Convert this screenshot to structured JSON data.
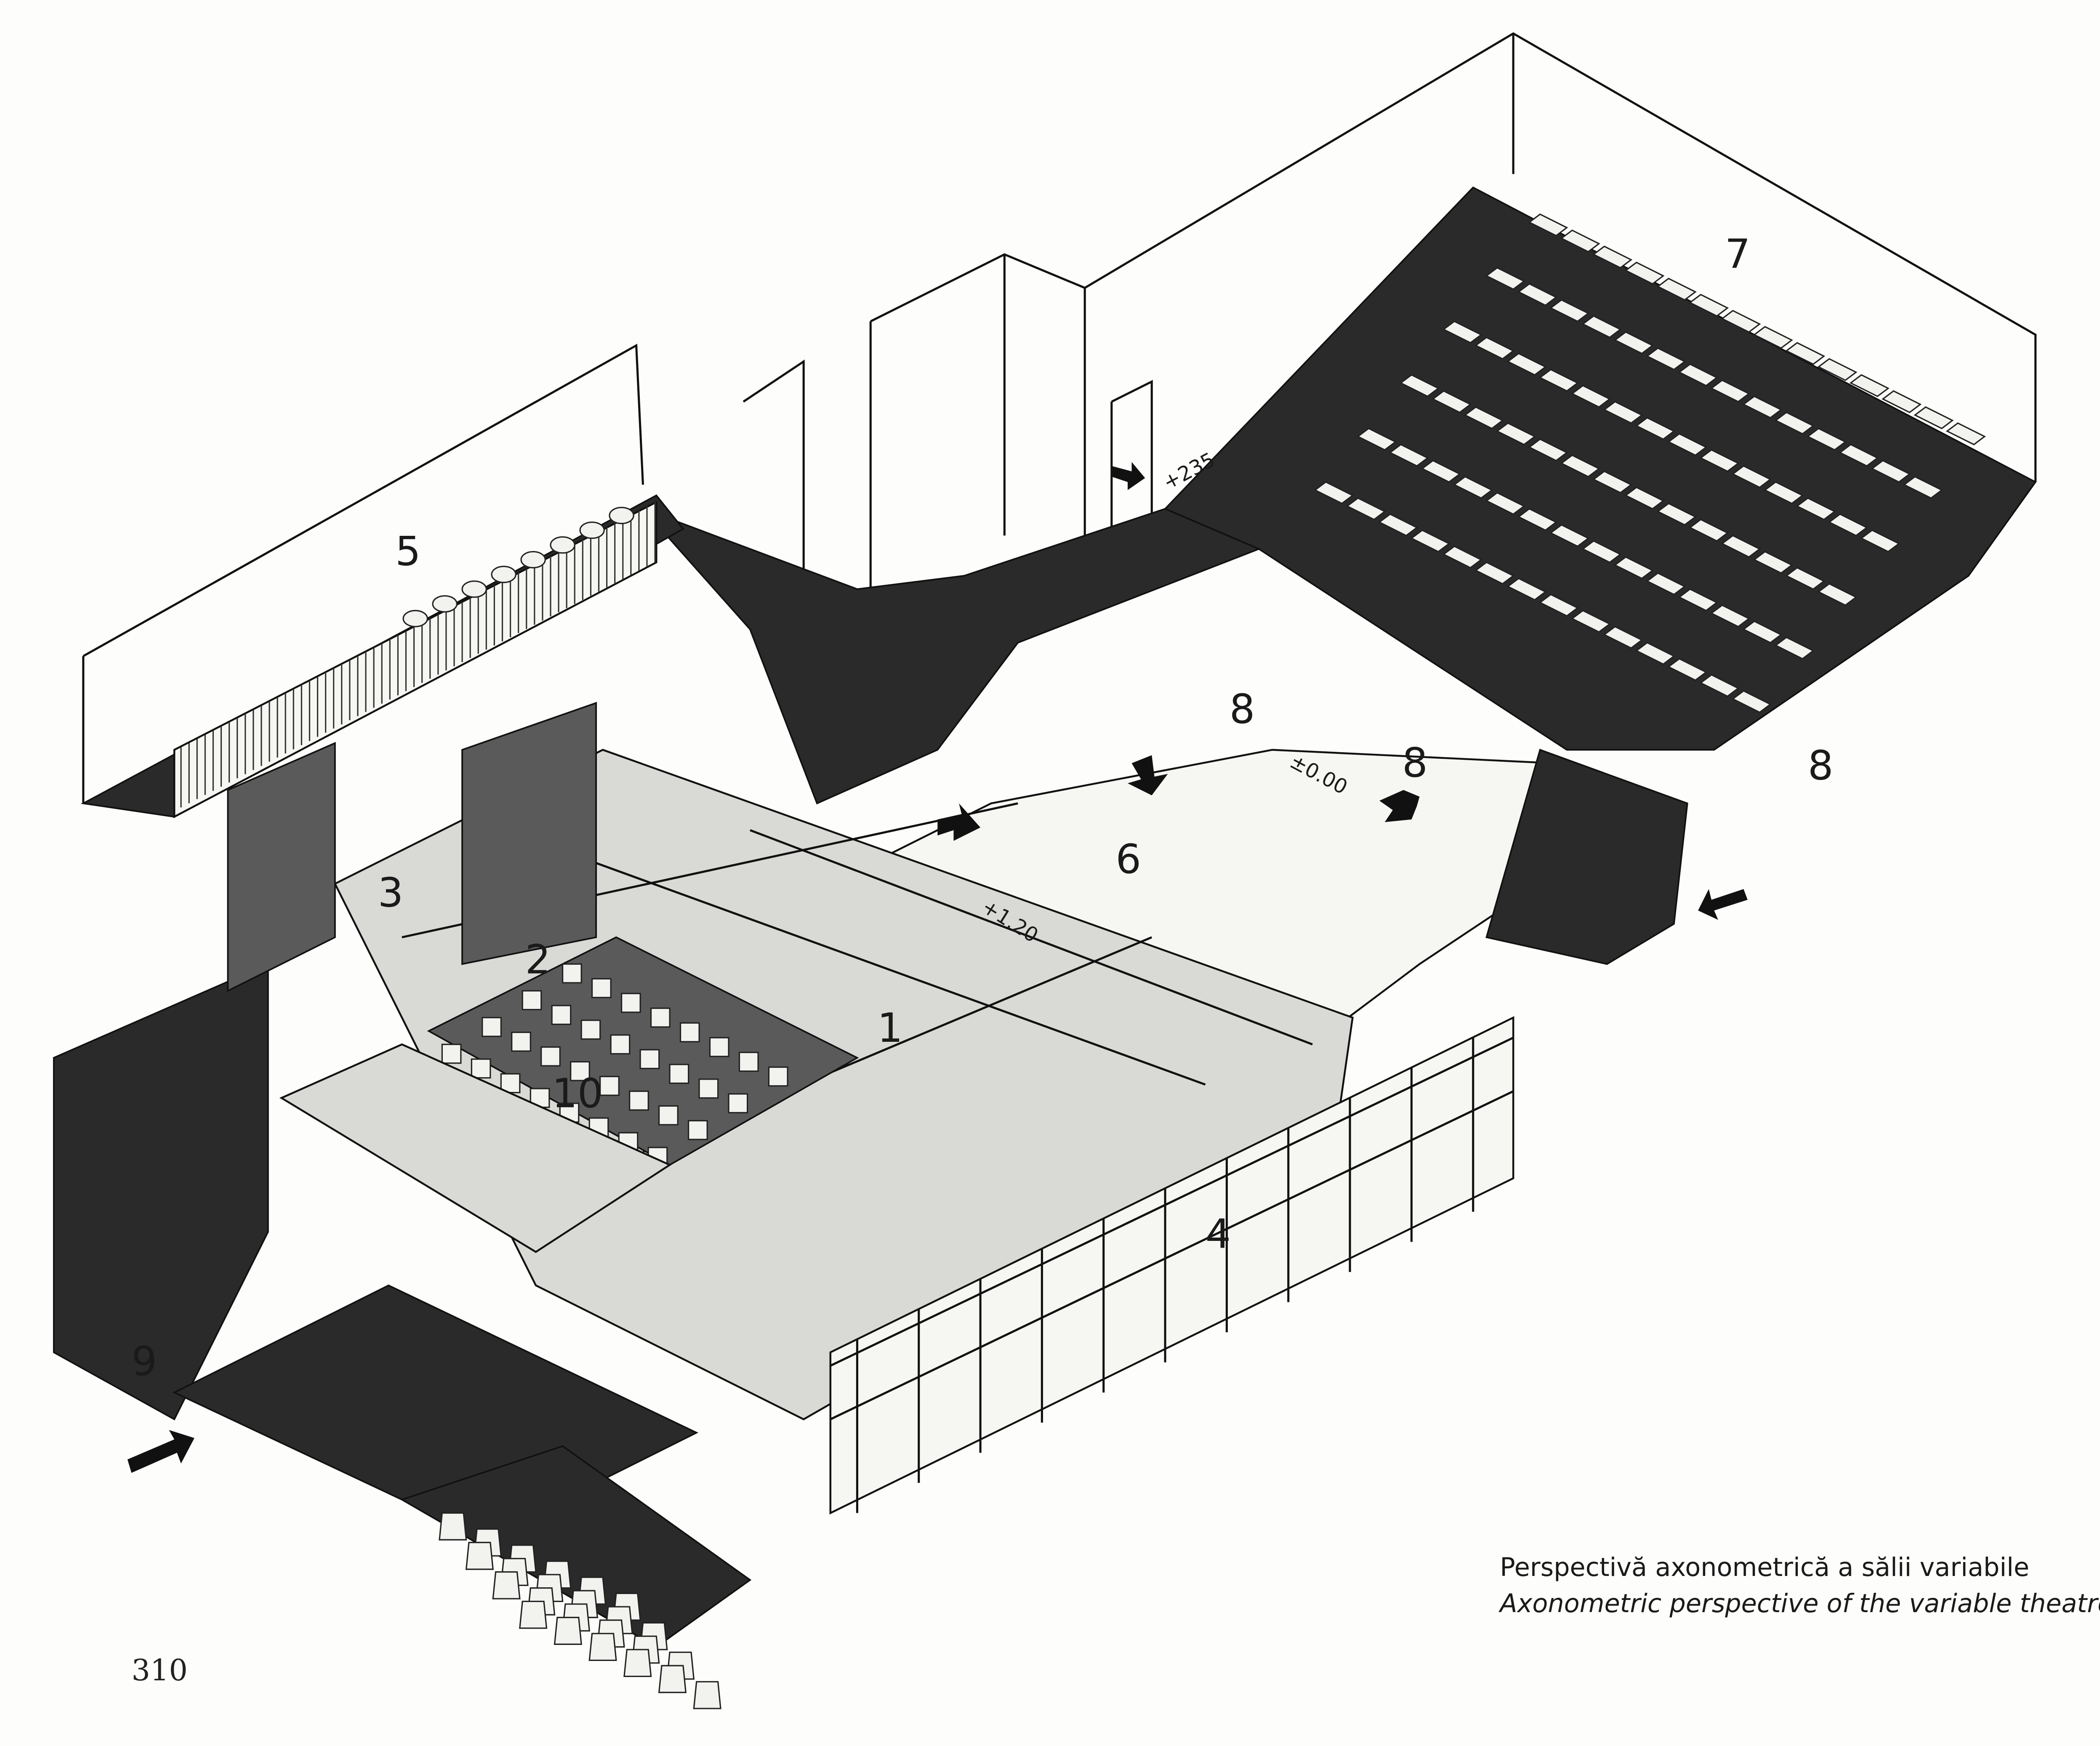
{
  "drawing": {
    "area_labels": {
      "l1": "1",
      "l2": "2",
      "l3": "3",
      "l4": "4",
      "l5": "5",
      "l6": "6",
      "l7": "7",
      "l8a": "8",
      "l8b": "8",
      "l8c": "8",
      "l9": "9",
      "l10": "10"
    },
    "levels": {
      "upper": "+235",
      "floor": "±0.00",
      "stage": "+1.20"
    }
  },
  "caption": {
    "romanian": "Perspectivă axonometrică a sălii variabile",
    "english": "Axonometric perspective of the variable theatre"
  },
  "page_number": "310"
}
